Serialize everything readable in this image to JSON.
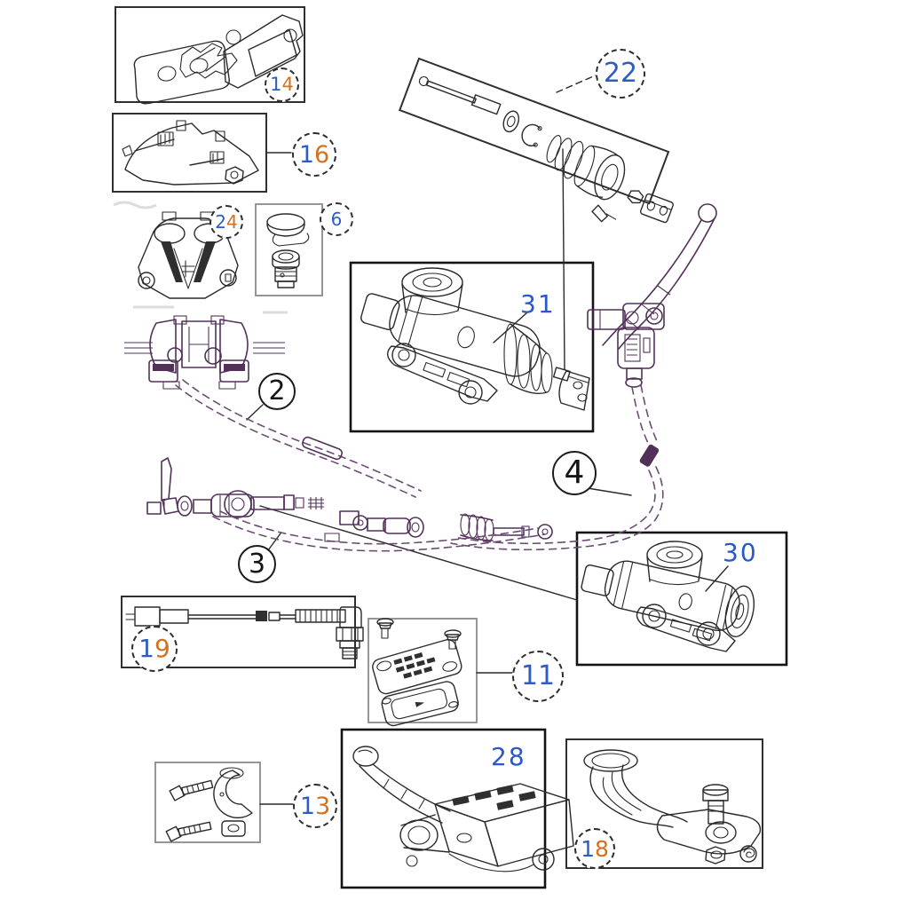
{
  "colors": {
    "digit_blue": "#2e5cc5",
    "digit_orange": "#d4711f",
    "ink_black": "#2a2a2a",
    "line_purple": "#523159",
    "box_gray": "#8a8a8a"
  },
  "callouts": {
    "c2": {
      "label": "2"
    },
    "c3": {
      "label": "3"
    },
    "c4": {
      "label": "4"
    },
    "c6": {
      "label": "6"
    },
    "c11": {
      "label": "11"
    },
    "c22": {
      "label": "22"
    },
    "c28": {
      "label": "28"
    },
    "c30": {
      "label": "30"
    },
    "c31": {
      "label": "31"
    },
    "c13": {
      "digits": [
        "1",
        "3"
      ]
    },
    "c14": {
      "digits": [
        "1",
        "4"
      ]
    },
    "c16": {
      "digits": [
        "1",
        "6"
      ]
    },
    "c18": {
      "digits": [
        "1",
        "8"
      ]
    },
    "c19": {
      "digits": [
        "1",
        "9"
      ]
    },
    "c24": {
      "digits": [
        "2",
        "4"
      ]
    }
  }
}
